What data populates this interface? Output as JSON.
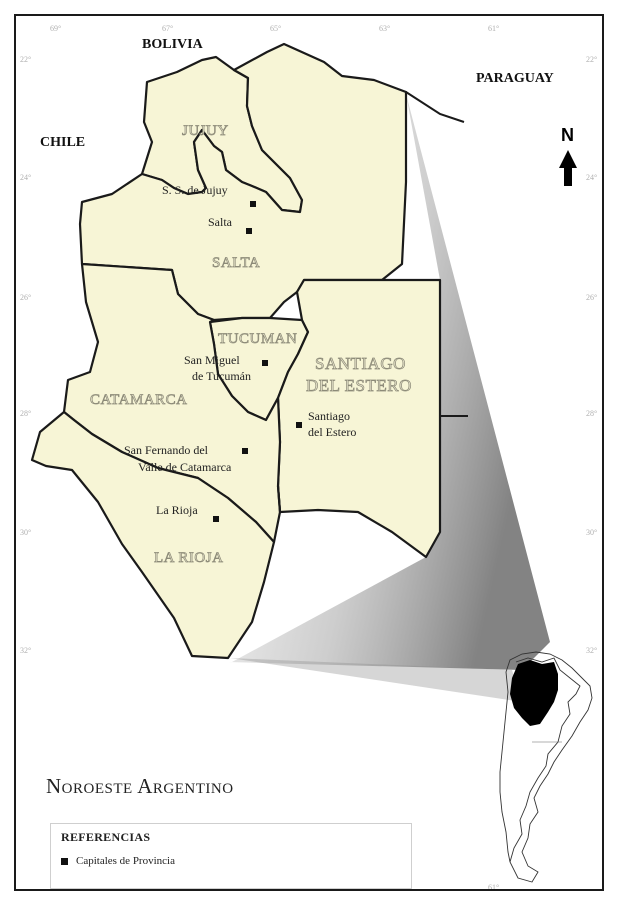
{
  "title": "Noroeste Argentino",
  "legend": {
    "title": "REFERENCIAS",
    "items": [
      {
        "label": "Capitales de Provincia",
        "symbol": "filled-square"
      }
    ]
  },
  "countries": [
    "BOLIVIA",
    "PARAGUAY",
    "CHILE"
  ],
  "provinces": [
    "JUJUY",
    "SALTA",
    "TUCUMAN",
    "SANTIAGO",
    "DEL ESTERO",
    "CATAMARCA",
    "LA RIOJA"
  ],
  "capitals": [
    {
      "label": "S. S. de Jujuy"
    },
    {
      "label": "Salta"
    },
    {
      "label": "San Miguel",
      "label2": "de Tucumán"
    },
    {
      "label": "Santiago",
      "label2": "del Estero"
    },
    {
      "label": "San Fernando del",
      "label2": "Valle de Catamarca"
    },
    {
      "label": "La Rioja"
    }
  ],
  "north_label": "N",
  "longitude_ticks": [
    "69°",
    "67°",
    "65°",
    "63°",
    "61°"
  ],
  "latitude_ticks": [
    "22°",
    "24°",
    "26°",
    "28°",
    "30°",
    "32°"
  ],
  "colors": {
    "land": "#f7f5d6",
    "border": "#1a1a1a",
    "label": "#e6e3c9",
    "inset_highlight": "#000000"
  }
}
